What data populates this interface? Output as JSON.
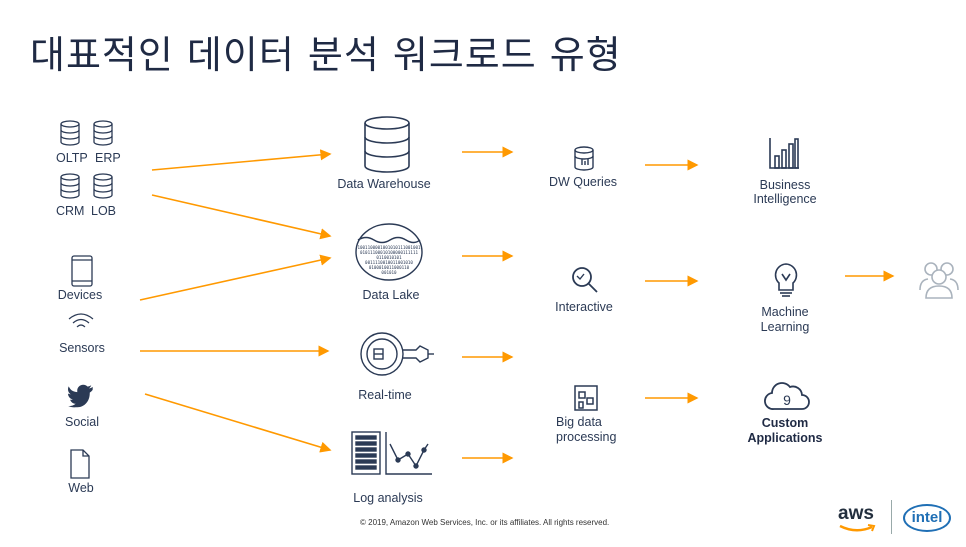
{
  "title": "대표적인 데이터 분석 워크로드 유형",
  "sources": {
    "oltp": "OLTP",
    "erp": "ERP",
    "crm": "CRM",
    "lob": "LOB",
    "devices": "Devices",
    "sensors": "Sensors",
    "social": "Social",
    "web": "Web"
  },
  "stores": {
    "warehouse": "Data Warehouse",
    "lake": "Data Lake",
    "realtime": "Real-time",
    "log": "Log analysis",
    "lake_bits": [
      "1001100001001010111001001",
      "01011100010100000111111",
      "0110010101",
      "0011110010011001010",
      "0100010011000110",
      "001010"
    ]
  },
  "processing": {
    "dw": "DW Queries",
    "interactive": "Interactive",
    "bigdata_1": "Big data",
    "bigdata_2": "processing"
  },
  "outcomes": {
    "bi_1": "Business",
    "bi_2": "Intelligence",
    "ml_1": "Machine",
    "ml_2": "Learning",
    "custom_1": "Custom",
    "custom_2": "Applications",
    "custom_num": "9"
  },
  "footer": {
    "copyright": "© 2019, Amazon Web Services, Inc. or its affiliates. All rights reserved.",
    "aws": "aws",
    "intel": "intel"
  },
  "colors": {
    "arrow": "#ff9900",
    "icon": "#2b3a55",
    "users": "#aab3bd"
  }
}
